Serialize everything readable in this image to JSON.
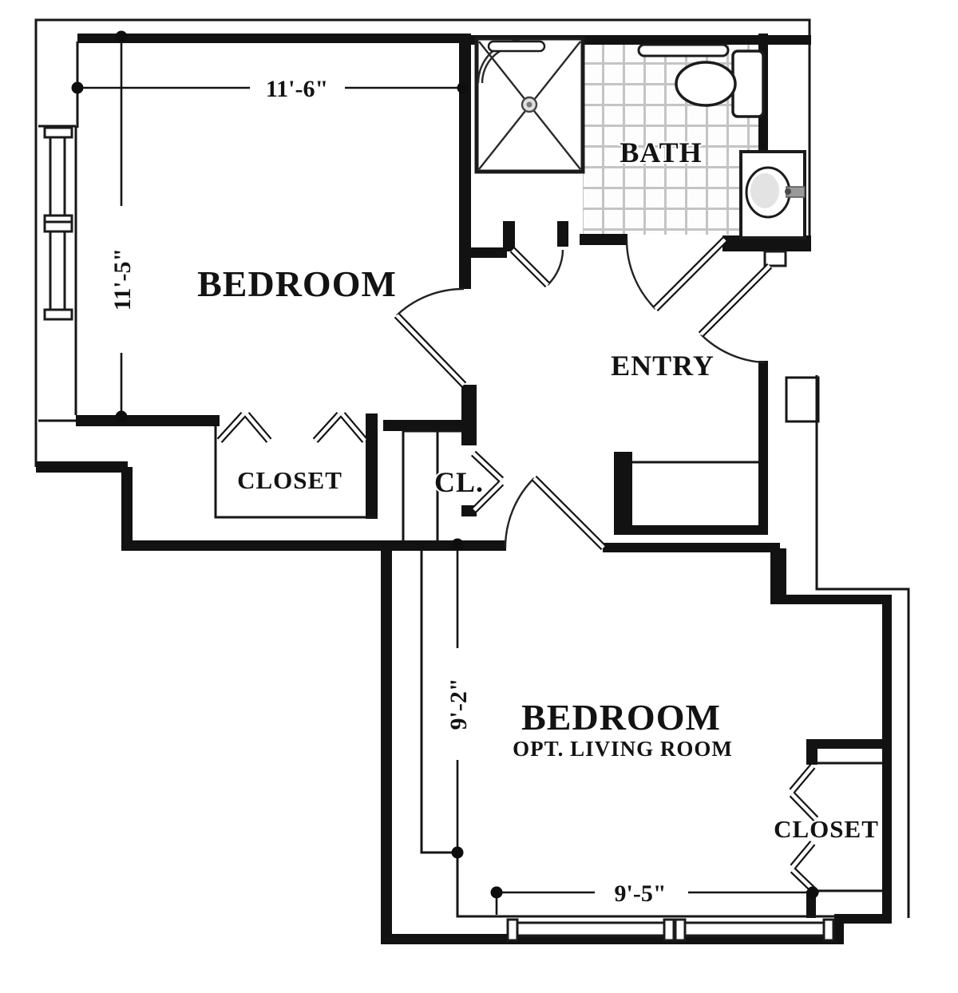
{
  "plan": {
    "type": "apartment-floor-plan",
    "rooms": {
      "bedroom_upper": {
        "label": "BEDROOM"
      },
      "bath": {
        "label": "BATH"
      },
      "entry": {
        "label": "ENTRY"
      },
      "closet_upper": {
        "label": "CLOSET"
      },
      "closet_small": {
        "label": "CL."
      },
      "bedroom_lower": {
        "label": "BEDROOM",
        "sublabel": "OPT. LIVING ROOM"
      },
      "closet_lower": {
        "label": "CLOSET"
      }
    },
    "dimensions": {
      "bedroom_upper_width": "11'-6\"",
      "bedroom_upper_height": "11'-5\"",
      "bedroom_lower_height": "9'-2\"",
      "bedroom_lower_width": "9'-5\""
    },
    "colors": {
      "wall": "#121212",
      "tile_grout": "#c4c4c4",
      "background": "#ffffff"
    }
  }
}
